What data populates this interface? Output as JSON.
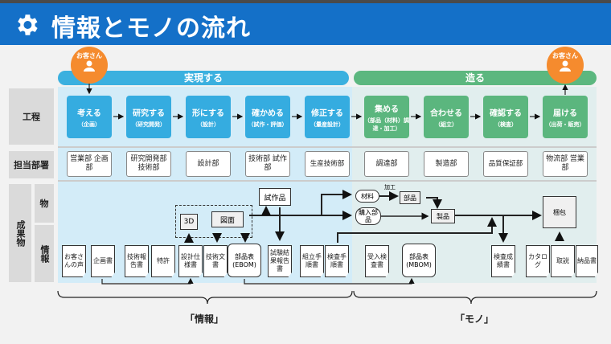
{
  "header": {
    "title": "情報とモノの流れ",
    "icon": "gear-icon"
  },
  "customers": [
    {
      "label": "お客さん",
      "icon": "person-icon"
    },
    {
      "label": "お客さん",
      "icon": "person-icon"
    }
  ],
  "phases": [
    {
      "label": "実現する",
      "color": "#3bb0df"
    },
    {
      "label": "造る",
      "color": "#5cb77f"
    }
  ],
  "row_labels": {
    "process": "工程",
    "department": "担当部署",
    "deliverables": "成果物",
    "things": "物",
    "info": "情報"
  },
  "steps": [
    {
      "title": "考える",
      "sub": "（企画）"
    },
    {
      "title": "研究する",
      "sub": "（研究開発）"
    },
    {
      "title": "形にする",
      "sub": "（設計）"
    },
    {
      "title": "確かめる",
      "sub": "（試作・評価）"
    },
    {
      "title": "修正する",
      "sub": "（量産設計）"
    },
    {
      "title": "集める",
      "sub": "（部品（材料）調達・加工）"
    },
    {
      "title": "合わせる",
      "sub": "（組立）"
    },
    {
      "title": "確認する",
      "sub": "（検査）"
    },
    {
      "title": "届ける",
      "sub": "（出荷・販売）"
    }
  ],
  "departments": [
    "営業部 企画部",
    "研究開発部 技術部",
    "設計部",
    "技術部 試作部",
    "生産技術部",
    "調達部",
    "製造部",
    "品質保証部",
    "物流部 営業部"
  ],
  "things": {
    "prototype": "試作品",
    "model3d": "3D",
    "drawing": "図面",
    "material": "材料",
    "processing": "加工",
    "part": "部品",
    "purchased_part": "購入部品",
    "product": "製品",
    "package": "梱包"
  },
  "documents": {
    "customer_voice": "お客さんの声",
    "plan": "企画書",
    "tech_report": "技術報告書",
    "patent": "特許",
    "design_spec": "設計仕様書",
    "tech_doc": "技術文書",
    "ebom": "部品表 (EBOM)",
    "test_report": "試験結果報告書",
    "assembly_proc": "組立手順書",
    "inspection_proc": "検査手順書",
    "receiving_insp": "受入検査書",
    "mbom": "部品表 (MBOM)",
    "inspection_result": "検査成績書",
    "catalog": "カタログ",
    "manual": "取説",
    "delivery_note": "納品書"
  },
  "braces": {
    "info": "「情報」",
    "goods": "「モノ」"
  }
}
